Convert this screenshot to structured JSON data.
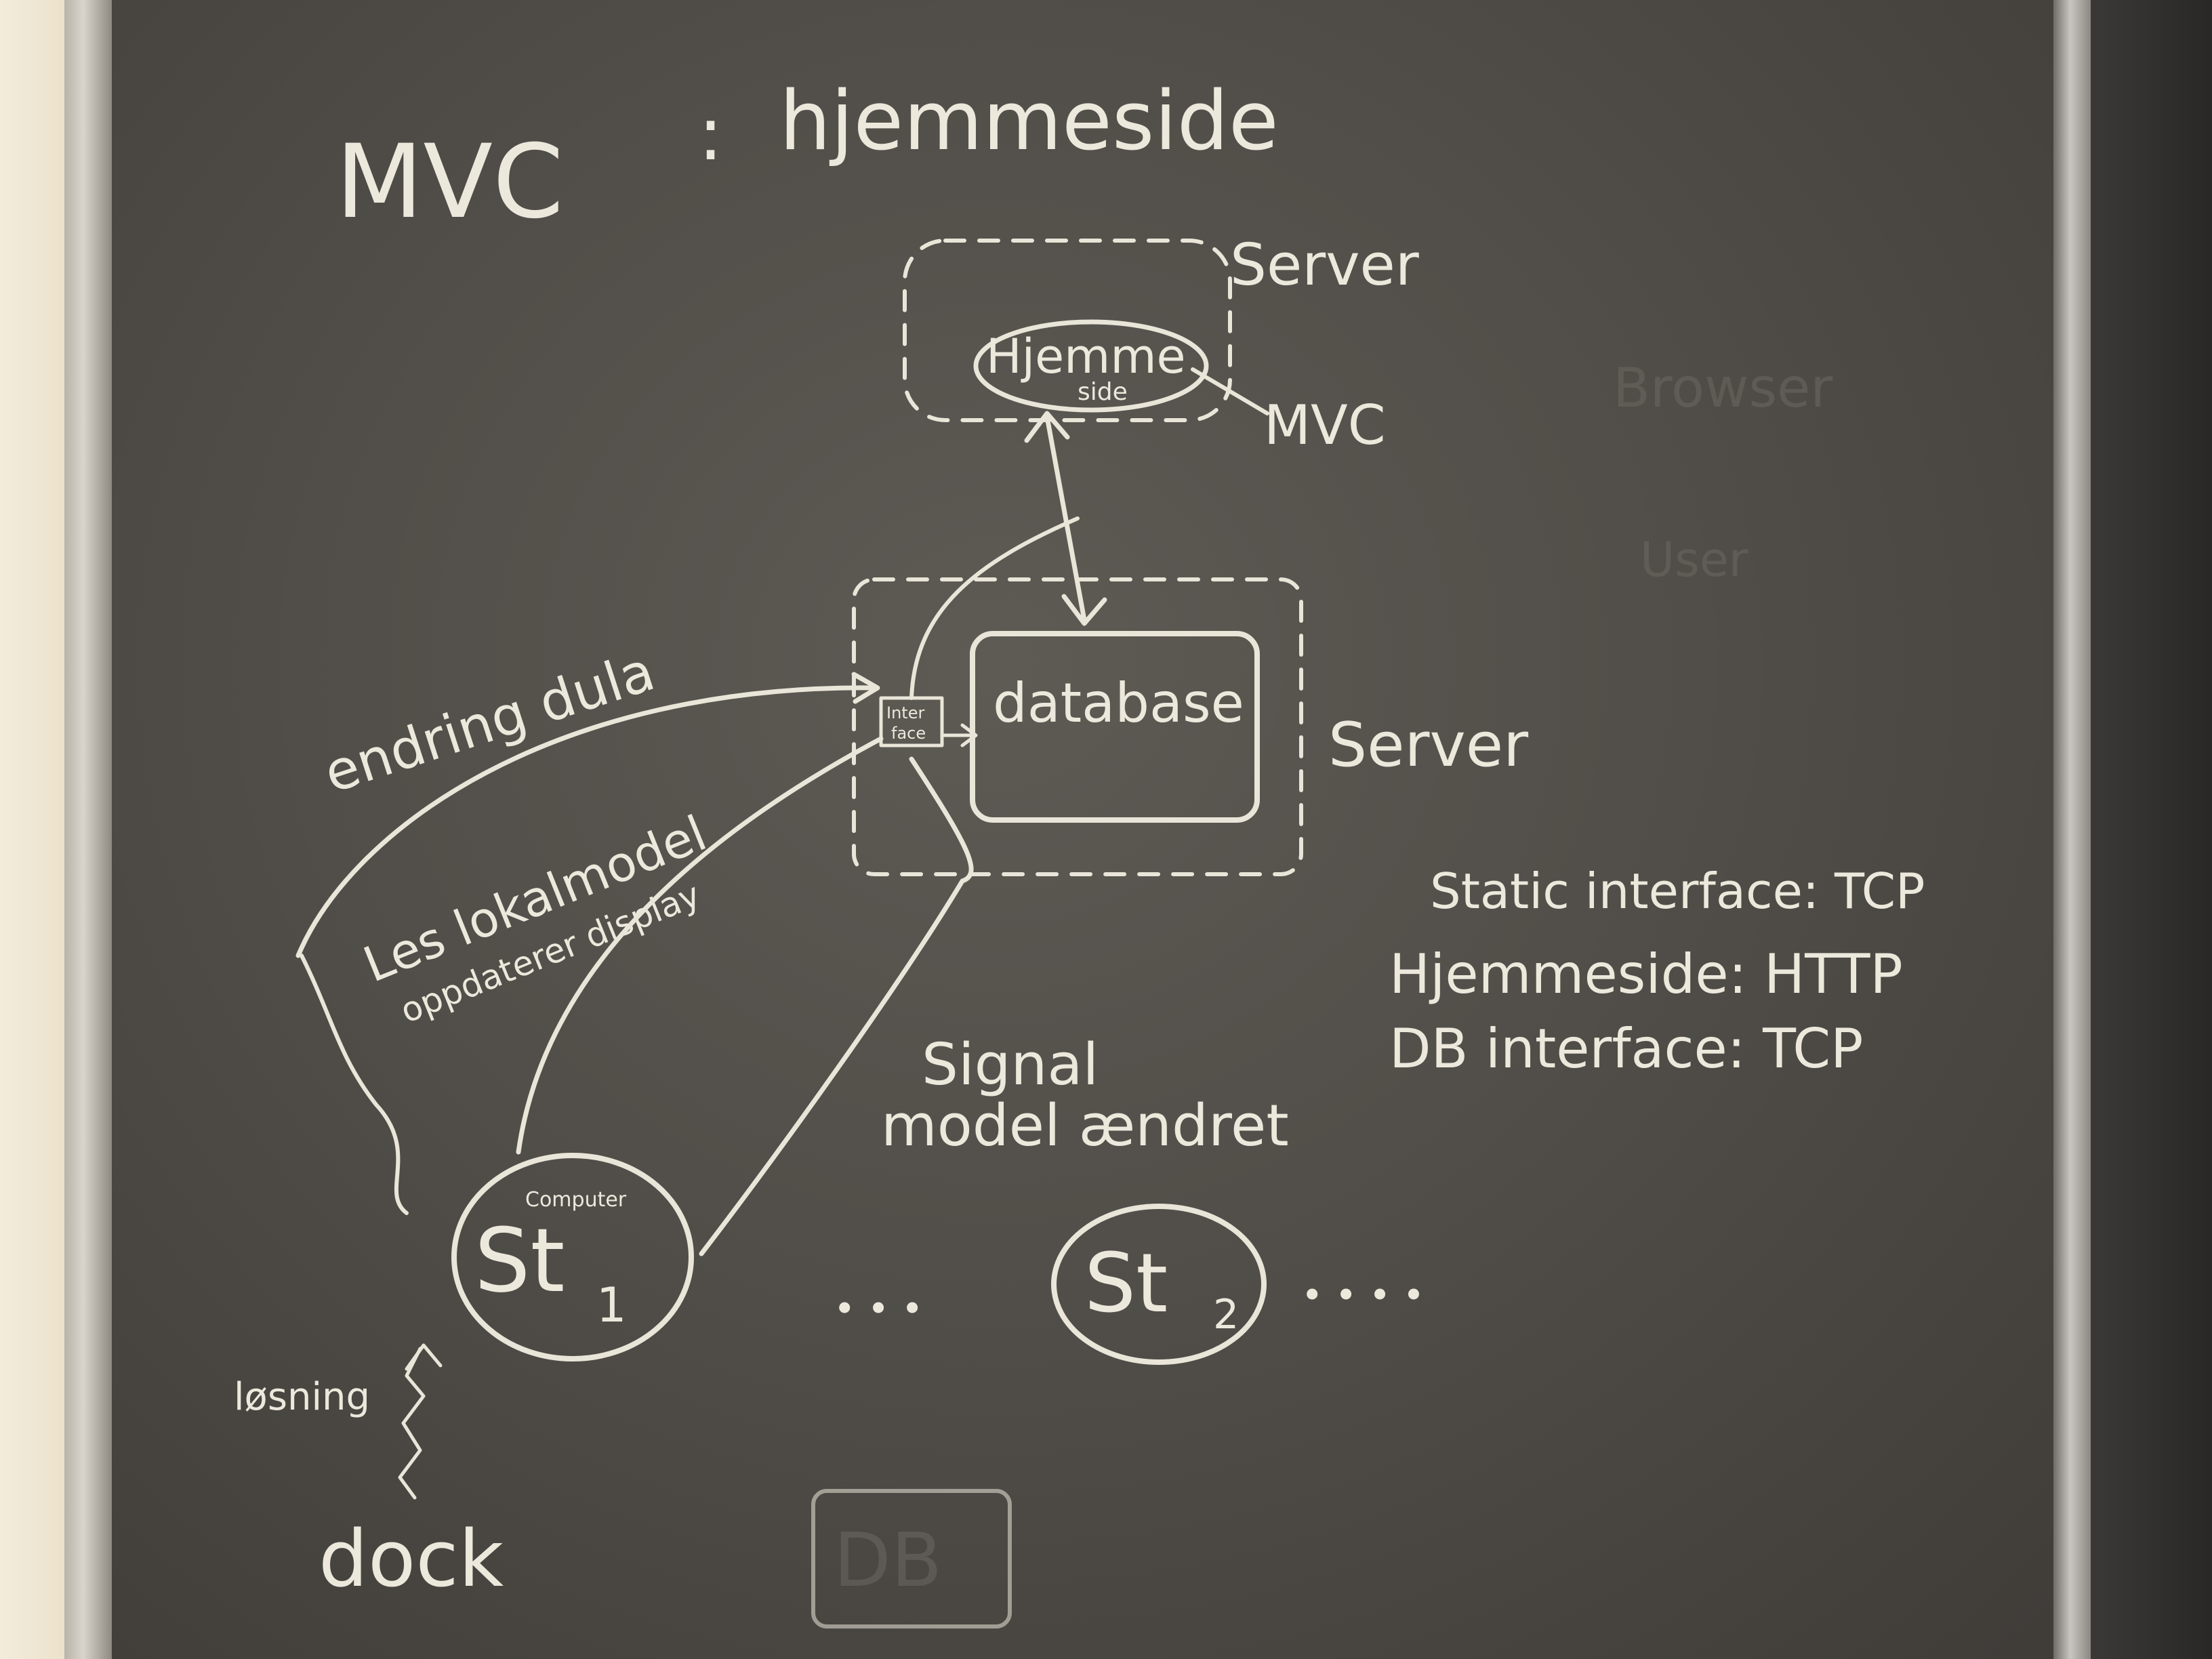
{
  "photo": {
    "subject": "chalkboard"
  },
  "chalk_text": {
    "title_left": "MVC",
    "title_colon": ":",
    "title_right": "hjemmeside",
    "server_top_label": "Server",
    "hjemmeside_node_line1": "Hjemme",
    "hjemmeside_node_line2": "side",
    "mvc_pointer": "MVC",
    "endring_arrow": "endring dula",
    "interface_box_line1": "Inter",
    "interface_box_line2": "face",
    "database_node": "database",
    "server_mid_label": "Server",
    "les_lokalmodel_line1": "Les lokalmodel",
    "les_lokalmodel_line2": "oppdaterer display",
    "signal_line1": "Signal",
    "signal_line2": "model ændret",
    "static_interface": "Static interface: TCP",
    "hjemmeside_http": "Hjemmeside: HTTP",
    "db_interface_tcp": "DB interface: TCP",
    "st1_small": "Computer",
    "st1_node": "St",
    "st1_sub": "1",
    "st2_node": "St",
    "st2_sub": "2",
    "dots_mid": "• • •",
    "dots_right": "• • • •",
    "losning": "løsning",
    "dock": "dock",
    "ghost_browser": "Browser",
    "ghost_user": "User",
    "ghost_db": "DB"
  },
  "colors": {
    "chalk": "#ece8dc",
    "board": "#514e49",
    "frame": "#c8c6c0",
    "wall": "#efe6d2"
  }
}
